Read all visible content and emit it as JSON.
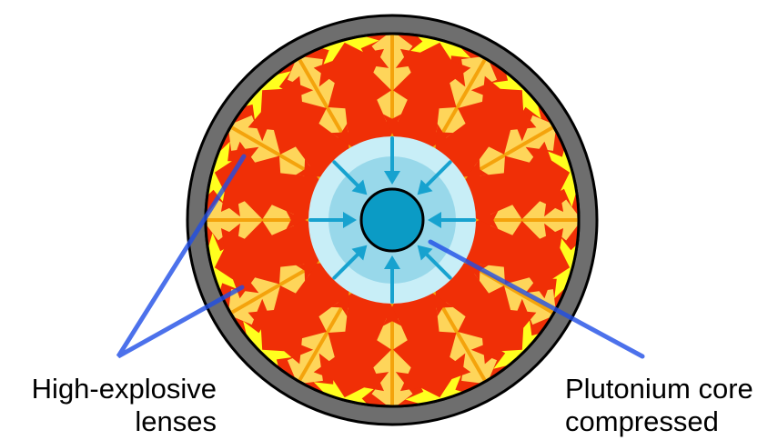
{
  "labels": {
    "lenses": [
      "High-explosive",
      "lenses"
    ],
    "core": [
      "Plutonium core",
      "compressed"
    ]
  },
  "colors": {
    "casing": "#6e6e6e",
    "explosive_fill": "#fed55a",
    "divider": "#f4a30c",
    "blast_red": "#f02f06",
    "blast_yellow": "#ffff1e",
    "core_halo": "#c8eef7",
    "core_ring": "#8fd4e8",
    "core": "#0b9bc5",
    "inward_arrow": "#17a2cf",
    "leader_line": "#1f4ee6"
  },
  "icons": {
    "lens_segment": "blast-arrow-icon",
    "compression": "inward-arrow-icon"
  }
}
